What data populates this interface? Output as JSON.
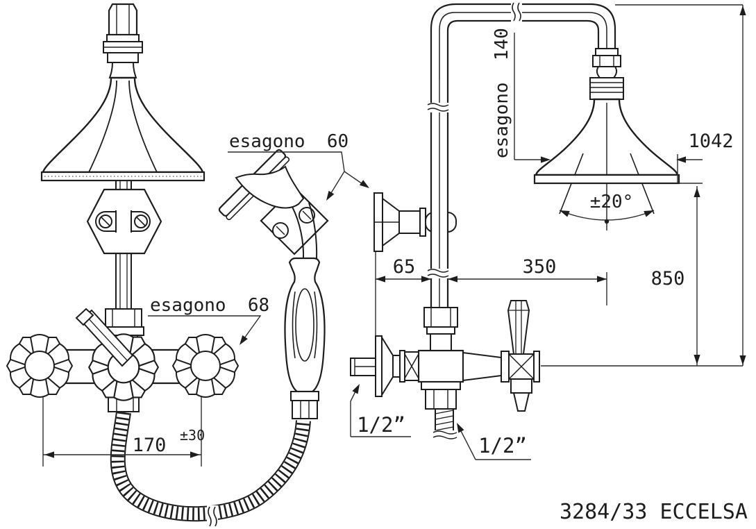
{
  "page": {
    "background": "#ffffff",
    "line_color": "#1d1d1d"
  },
  "drawing": {
    "title": "3284/33 ECCELSA",
    "labels": {
      "hex_60": "esagono  60",
      "hex_68": "esagono  68",
      "hex_140": "esagono  140",
      "inlet_thread": "1/2”",
      "outlet_thread": "1/2”",
      "swivel_angle": "±20°"
    },
    "dimensions": {
      "overall_height": "1042",
      "riser_height": "850",
      "wall_to_riser": "65",
      "riser_to_head": "350",
      "hose_length": "170",
      "hose_tolerance": "±30"
    }
  }
}
